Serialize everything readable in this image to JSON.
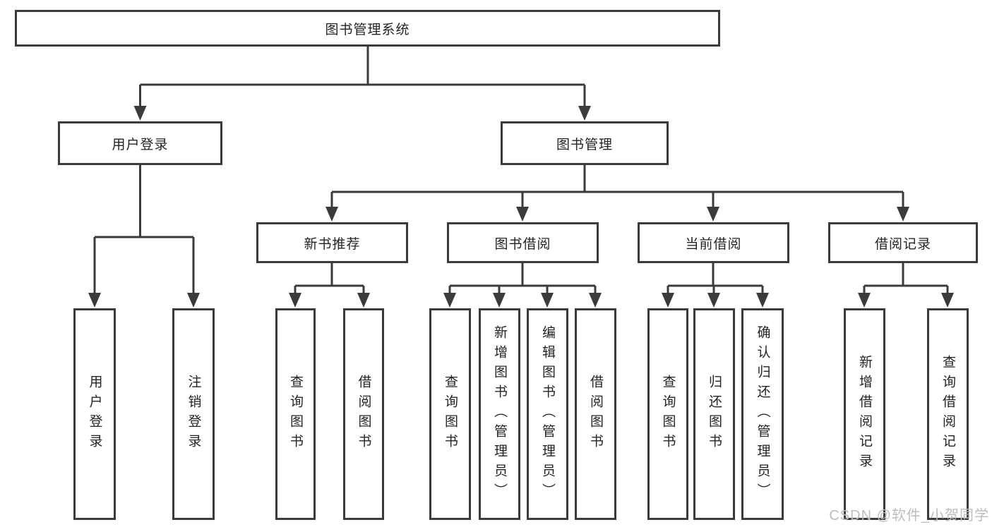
{
  "diagram": {
    "root": {
      "label": "图书管理系统"
    },
    "level2": [
      {
        "label": "用户登录"
      },
      {
        "label": "图书管理"
      }
    ],
    "level3": [
      {
        "label": "新书推荐",
        "parent": "图书管理"
      },
      {
        "label": "图书借阅",
        "parent": "图书管理"
      },
      {
        "label": "当前借阅",
        "parent": "图书管理"
      },
      {
        "label": "借阅记录",
        "parent": "图书管理"
      }
    ],
    "leaves": [
      {
        "label": "用户登录",
        "parent": "用户登录"
      },
      {
        "label": "注销登录",
        "parent": "用户登录"
      },
      {
        "label": "查询图书",
        "parent": "新书推荐"
      },
      {
        "label": "借阅图书",
        "parent": "新书推荐"
      },
      {
        "label": "查询图书",
        "parent": "图书借阅"
      },
      {
        "label": "新增图书（管理员）",
        "parent": "图书借阅"
      },
      {
        "label": "编辑图书（管理员）",
        "parent": "图书借阅"
      },
      {
        "label": "借阅图书",
        "parent": "图书借阅"
      },
      {
        "label": "查询图书",
        "parent": "当前借阅"
      },
      {
        "label": "归还图书",
        "parent": "当前借阅"
      },
      {
        "label": "确认归还（管理员）",
        "parent": "当前借阅"
      },
      {
        "label": "新增借阅记录",
        "parent": "借阅记录"
      },
      {
        "label": "查询借阅记录",
        "parent": "借阅记录"
      }
    ]
  },
  "colors": {
    "line": "#3b3b3b",
    "box_border": "#3b3b3b",
    "text": "#242424",
    "background": "#ffffff",
    "watermark": "#bdbdbd"
  },
  "watermark": {
    "text": "CSDN @软件_小贺同学"
  }
}
